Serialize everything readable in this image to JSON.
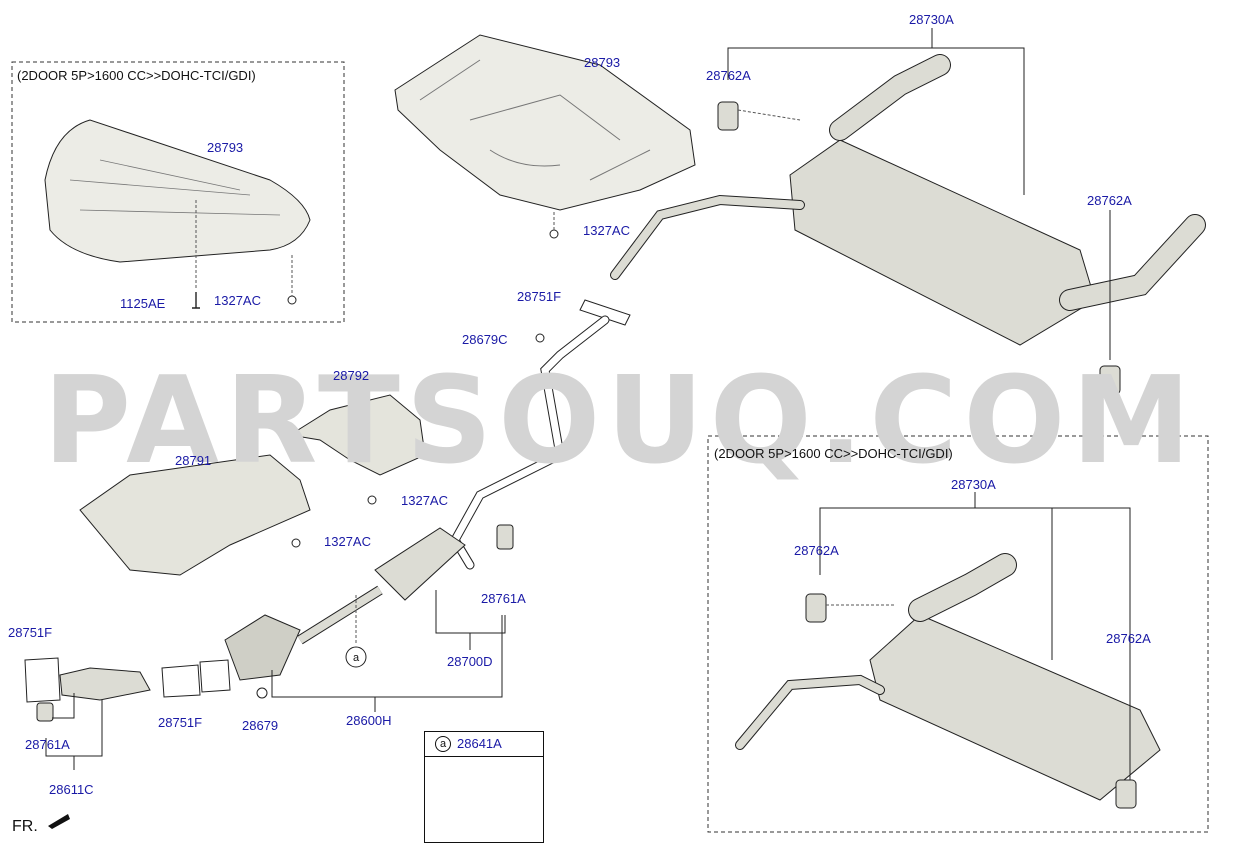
{
  "watermark": "PARTSOUQ.COM",
  "direction": "FR.",
  "variant_notes": [
    "(2DOOR 5P>1600 CC>>DOHC-TCI/GDI)",
    "(2DOOR 5P>1600 CC>>DOHC-TCI/GDI)"
  ],
  "legend": {
    "marker": "a",
    "code": "28641A"
  },
  "callout_marker": "a",
  "labels": {
    "l28793_left": "28793",
    "l1125AE": "1125AE",
    "l1327AC_left": "1327AC",
    "l28793_top": "28793",
    "l1327AC_top": "1327AC",
    "l28730A_top": "28730A",
    "l28762A_top_left": "28762A",
    "l28762A_top_right": "28762A",
    "l28751F_mid": "28751F",
    "l28679C": "28679C",
    "l28792": "28792",
    "l28791": "28791",
    "l1327AC_mid1": "1327AC",
    "l1327AC_mid2": "1327AC",
    "l28761A_mid": "28761A",
    "l28700D": "28700D",
    "l28600H": "28600H",
    "l28679": "28679",
    "l28751F_bottom": "28751F",
    "l28751F_left": "28751F",
    "l28761A_left": "28761A",
    "l28611C": "28611C",
    "l28730A_bottom": "28730A",
    "l28762A_bottom_left": "28762A",
    "l28762A_bottom_right": "28762A"
  },
  "colors": {
    "label": "#1a1aa6",
    "line": "#111111",
    "part_fill": "#dcdcd4",
    "watermark": "#d4d4d4"
  }
}
